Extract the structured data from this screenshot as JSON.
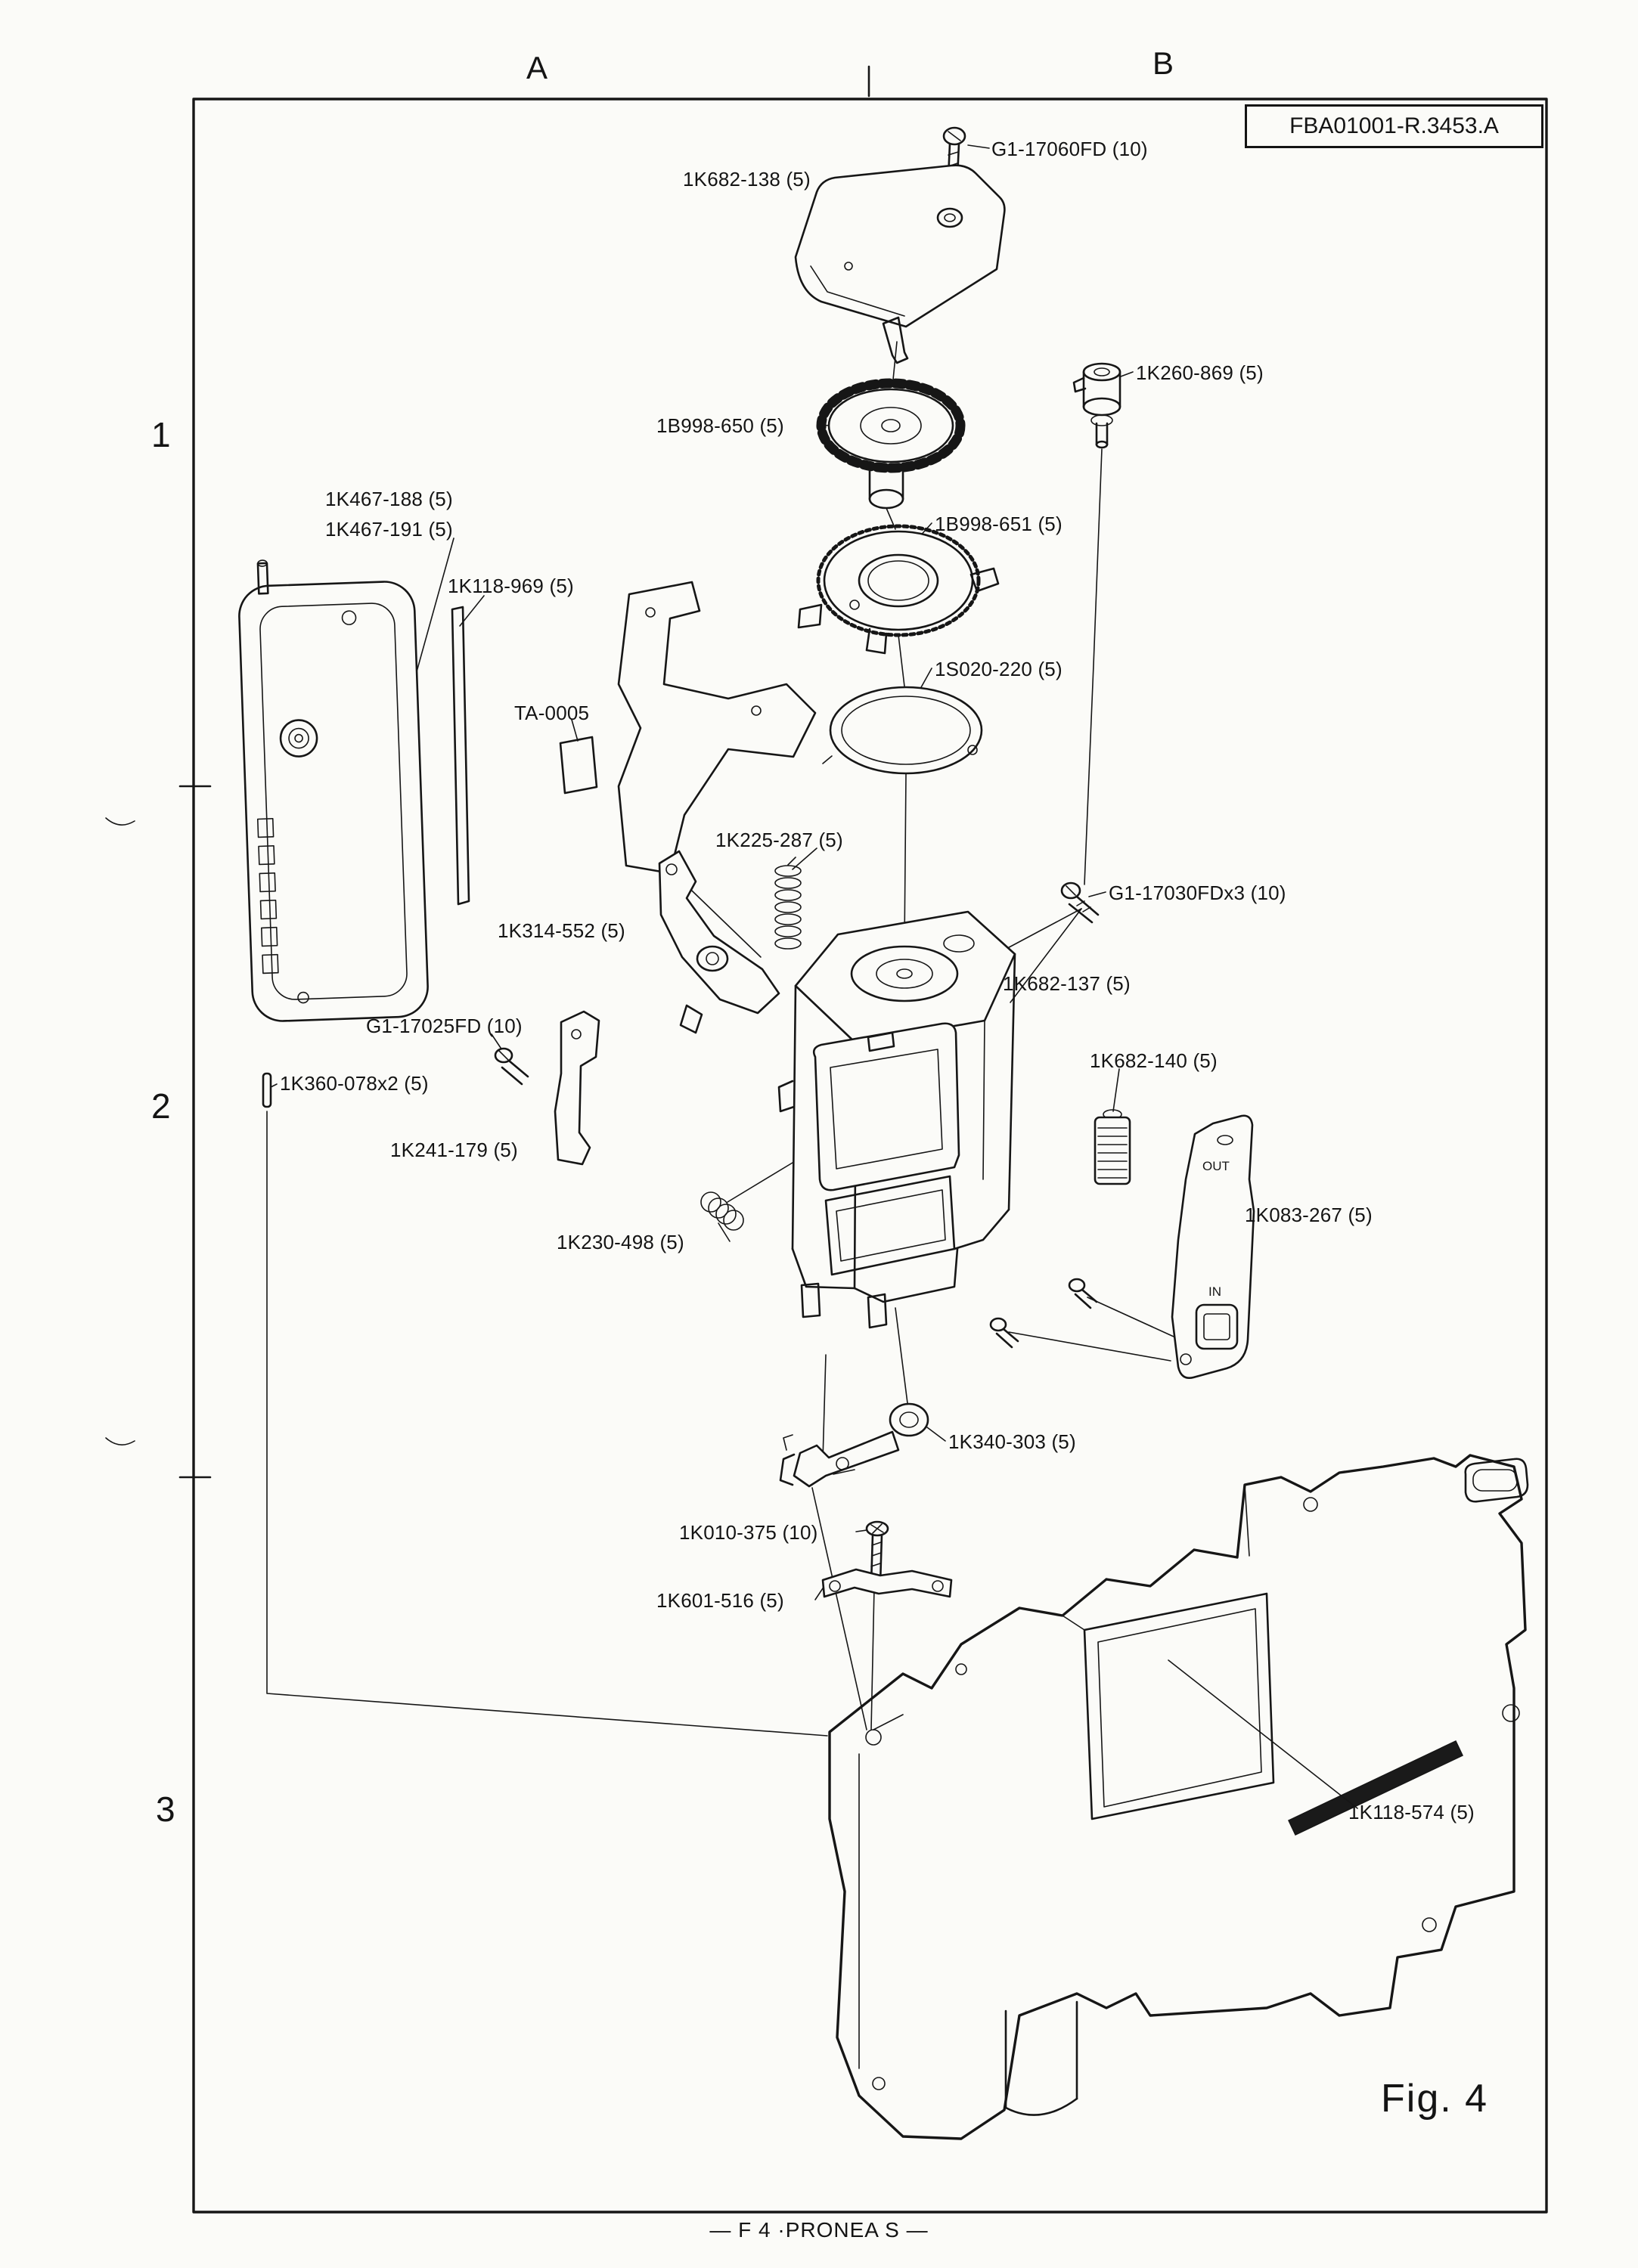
{
  "page": {
    "title_box": "FBA01001-R.3453.A",
    "fig_label": "Fig. 4",
    "footer": "— F 4 ·PRONEA S —",
    "column_headers": [
      {
        "label": "A"
      },
      {
        "label": "B"
      }
    ],
    "row_markers": [
      {
        "label": "1"
      },
      {
        "label": "2"
      },
      {
        "label": "3"
      }
    ]
  },
  "drawing": {
    "out_text": "OUT",
    "in_text": "IN"
  },
  "labels": [
    {
      "id": "g1-17060fd",
      "text": "G1-17060FD (10)"
    },
    {
      "id": "1k682-138",
      "text": "1K682-138 (5)"
    },
    {
      "id": "1k260-869",
      "text": "1K260-869 (5)"
    },
    {
      "id": "1b998-650",
      "text": "1B998-650 (5)"
    },
    {
      "id": "1k467-188",
      "text": "1K467-188 (5)"
    },
    {
      "id": "1k467-191",
      "text": "1K467-191 (5)"
    },
    {
      "id": "1b998-651",
      "text": "1B998-651 (5)"
    },
    {
      "id": "1k118-969",
      "text": "1K118-969 (5)"
    },
    {
      "id": "1s020-220",
      "text": "1S020-220 (5)"
    },
    {
      "id": "ta-0005",
      "text": "TA-0005"
    },
    {
      "id": "1k225-287",
      "text": "1K225-287 (5)"
    },
    {
      "id": "g1-17030fd",
      "text": "G1-17030FDx3 (10)"
    },
    {
      "id": "1k314-552",
      "text": "1K314-552 (5)"
    },
    {
      "id": "1k682-137",
      "text": "1K682-137 (5)"
    },
    {
      "id": "g1-17025fd",
      "text": "G1-17025FD (10)"
    },
    {
      "id": "1k682-140",
      "text": "1K682-140 (5)"
    },
    {
      "id": "1k360-078",
      "text": "1K360-078x2 (5)"
    },
    {
      "id": "1k241-179",
      "text": "1K241-179 (5)"
    },
    {
      "id": "1k083-267",
      "text": "1K083-267 (5)"
    },
    {
      "id": "1k230-498",
      "text": "1K230-498 (5)"
    },
    {
      "id": "1k340-303",
      "text": "1K340-303 (5)"
    },
    {
      "id": "1k010-375",
      "text": "1K010-375 (10)"
    },
    {
      "id": "1k601-516",
      "text": "1K601-516 (5)"
    },
    {
      "id": "1k118-574",
      "text": "1K118-574 (5)"
    }
  ]
}
